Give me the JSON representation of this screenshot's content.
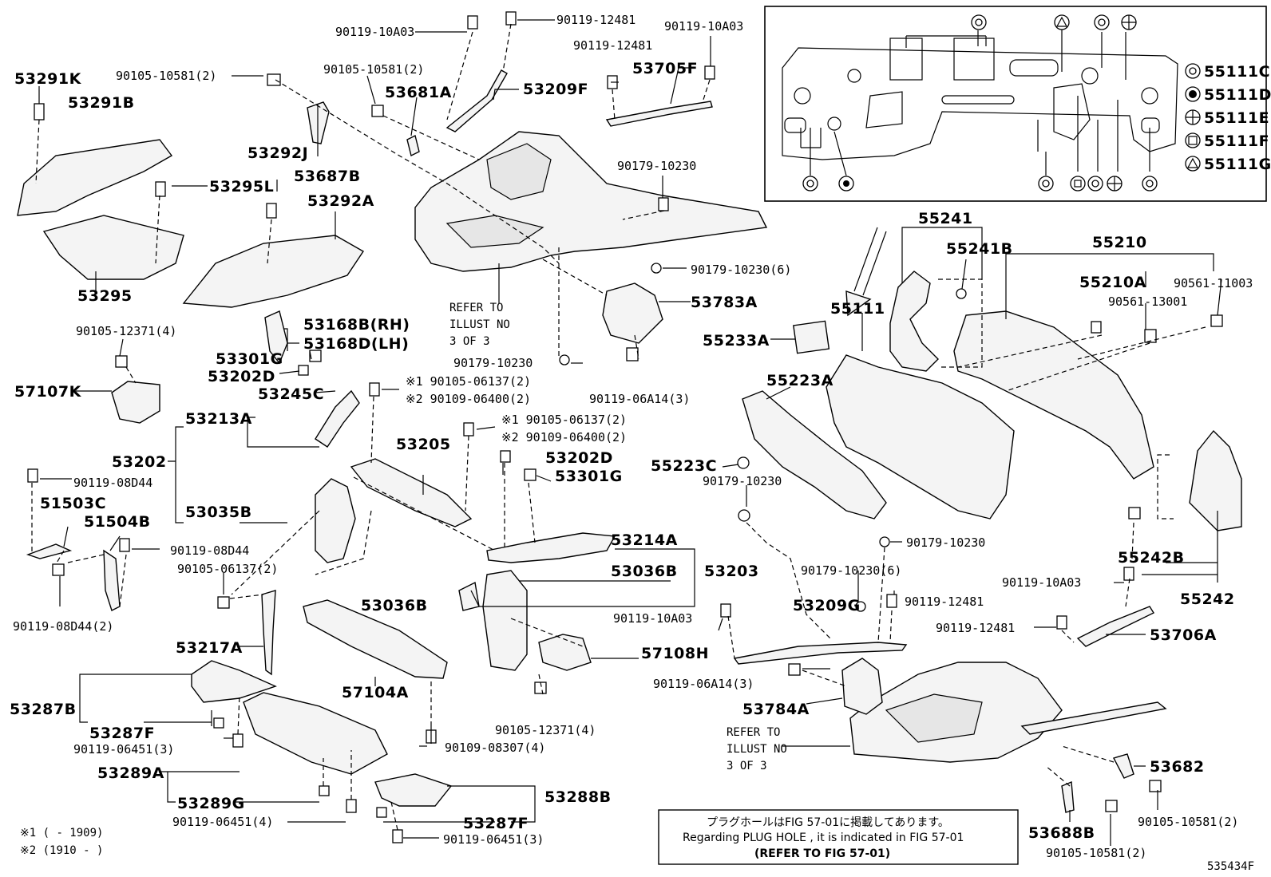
{
  "labels": {
    "l_53291K": "53291K",
    "l_53291B": "53291B",
    "l_90105_10581_2_a": "90105-10581(2)",
    "l_90119_10A03_a": "90119-10A03",
    "l_90119_12481_a": "90119-12481",
    "l_90119_10A03_b": "90119-10A03",
    "l_90119_12481_b": "90119-12481",
    "l_90105_10581_2_b": "90105-10581(2)",
    "l_53681A": "53681A",
    "l_53209F": "53209F",
    "l_53705F": "53705F",
    "l_53292J": "53292J",
    "l_53687B": "53687B",
    "l_53295L": "53295L",
    "l_53292A": "53292A",
    "l_90179_10230_a": "90179-10230",
    "l_53295": "53295",
    "l_90105_12371_4_a": "90105-12371(4)",
    "l_90179_10230_6_a": "90179-10230(6)",
    "l_refer_a1": "REFER TO",
    "l_refer_a2": "ILLUST NO",
    "l_refer_a3": "3 OF 3",
    "l_53783A": "53783A",
    "l_53168B": "53168B(RH)",
    "l_53168D": "53168D(LH)",
    "l_53301G_a": "53301G",
    "l_53202D_a": "53202D",
    "l_90179_10230_b": "90179-10230",
    "l_57107K": "57107K",
    "l_53245C": "53245C",
    "l_x1_a": "※1 90105-06137(2)",
    "l_x2_a": "※2 90109-06400(2)",
    "l_90119_06A14_3_a": "90119-06A14(3)",
    "l_53213A": "53213A",
    "l_x1_b": "※1 90105-06137(2)",
    "l_x2_b": "※2 90109-06400(2)",
    "l_53202": "53202",
    "l_53205": "53205",
    "l_53202D_b": "53202D",
    "l_53301G_b": "53301G",
    "l_90119_08D44_a": "90119-08D44",
    "l_51503C": "51503C",
    "l_53035B": "53035B",
    "l_51504B": "51504B",
    "l_90119_08D44_b": "90119-08D44",
    "l_90105_06137_2": "90105-06137(2)",
    "l_53214A": "53214A",
    "l_53036B_a": "53036B",
    "l_53203": "53203",
    "l_90119_08D44_2": "90119-08D44(2)",
    "l_90119_10A03_c": "90119-10A03",
    "l_53036B_b": "53036B",
    "l_53217A": "53217A",
    "l_57108H": "57108H",
    "l_90119_06A14_3_b": "90119-06A14(3)",
    "l_57104A": "57104A",
    "l_53287B": "53287B",
    "l_53287F_a": "53287F",
    "l_90105_12371_4_b": "90105-12371(4)",
    "l_90119_06451_3_a": "90119-06451(3)",
    "l_90109_08307_4": "90109-08307(4)",
    "l_53289A": "53289A",
    "l_53288B": "53288B",
    "l_53289G": "53289G",
    "l_90119_06451_4": "90119-06451(4)",
    "l_53287F_b": "53287F",
    "l_90119_06451_3_b": "90119-06451(3)",
    "l_x1_note": "※1 (     - 1909)",
    "l_x2_note": "※2 (1910 -     )",
    "l_55241": "55241",
    "l_55241B": "55241B",
    "l_55210": "55210",
    "l_55111": "55111",
    "l_55210A": "55210A",
    "l_90561_11003": "90561-11003",
    "l_90561_13001": "90561-13001",
    "l_55233A": "55233A",
    "l_55223A": "55223A",
    "l_55223C": "55223C",
    "l_90179_10230_c": "90179-10230",
    "l_90179_10230_d": "90179-10230",
    "l_55242B": "55242B",
    "l_90179_10230_6_b": "90179-10230(6)",
    "l_90119_10A03_d": "90119-10A03",
    "l_55242": "55242",
    "l_53209G": "53209G",
    "l_90119_12481_c": "90119-12481",
    "l_90119_12481_d": "90119-12481",
    "l_53706A": "53706A",
    "l_53784A": "53784A",
    "l_refer_b1": "REFER TO",
    "l_refer_b2": "ILLUST NO",
    "l_refer_b3": "3 OF 3",
    "l_53682": "53682",
    "l_53688B": "53688B",
    "l_90105_10581_2_c": "90105-10581(2)",
    "l_90105_10581_2_d": "90105-10581(2)",
    "l_figno": "535434F"
  },
  "legend": {
    "items": [
      {
        "code": "55111C",
        "symbol": "double-circle"
      },
      {
        "code": "55111D",
        "symbol": "filled-circle"
      },
      {
        "code": "55111E",
        "symbol": "cross-circle"
      },
      {
        "code": "55111F",
        "symbol": "square-circle"
      },
      {
        "code": "55111G",
        "symbol": "triangle-circle"
      }
    ]
  },
  "note": {
    "line1": "プラグホールはFIG 57-01に掲載してあります。",
    "line2": "Regarding  PLUG HOLE , it is indicated in FIG  57-01",
    "line3": "(REFER TO FIG 57-01)"
  }
}
